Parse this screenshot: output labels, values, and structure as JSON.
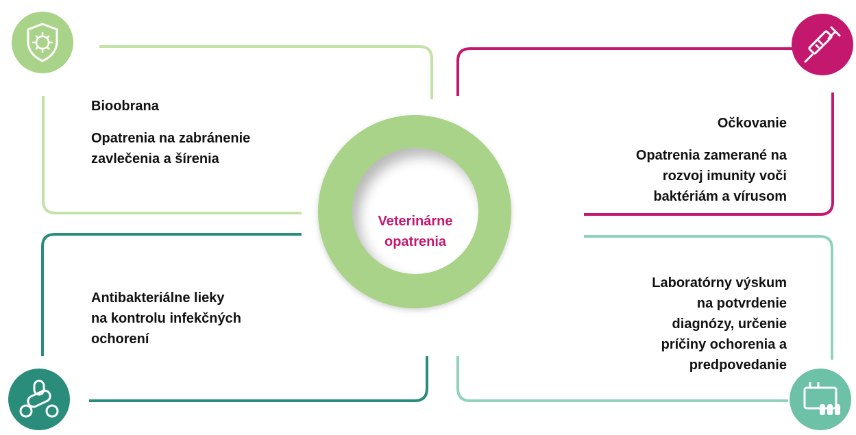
{
  "center": {
    "label": "Veterinárne\nopatrenia"
  },
  "quadrants": {
    "top_left": {
      "heading": "Bioobrana",
      "text": "Opatrenia na zabránenie\nzavlečenia a šírenia",
      "icon": "shield-virus-icon"
    },
    "top_right": {
      "heading": "Očkovanie",
      "text": "Opatrenia zamerané na\nrozvoj imunity voči\nbaktériám a vírusom",
      "icon": "syringe-icon"
    },
    "bottom_left": {
      "heading": "",
      "text": "Antibakteriálne lieky\nna kontrolu infekčných\nochorení",
      "icon": "pills-icon"
    },
    "bottom_right": {
      "heading": "",
      "text": "Laboratórny výskum\nna potvrdenie\ndiagnózy, určenie\npríčiny ochorenia a\npredpovedanie",
      "icon": "lab-bottles-icon"
    }
  },
  "colors": {
    "light_green": "#a9d388",
    "pale_green": "#c3e2a7",
    "magenta": "#c4186e",
    "center_text": "#c4186e",
    "teal": "#2a8c7a",
    "mint": "#6cc1a6"
  }
}
